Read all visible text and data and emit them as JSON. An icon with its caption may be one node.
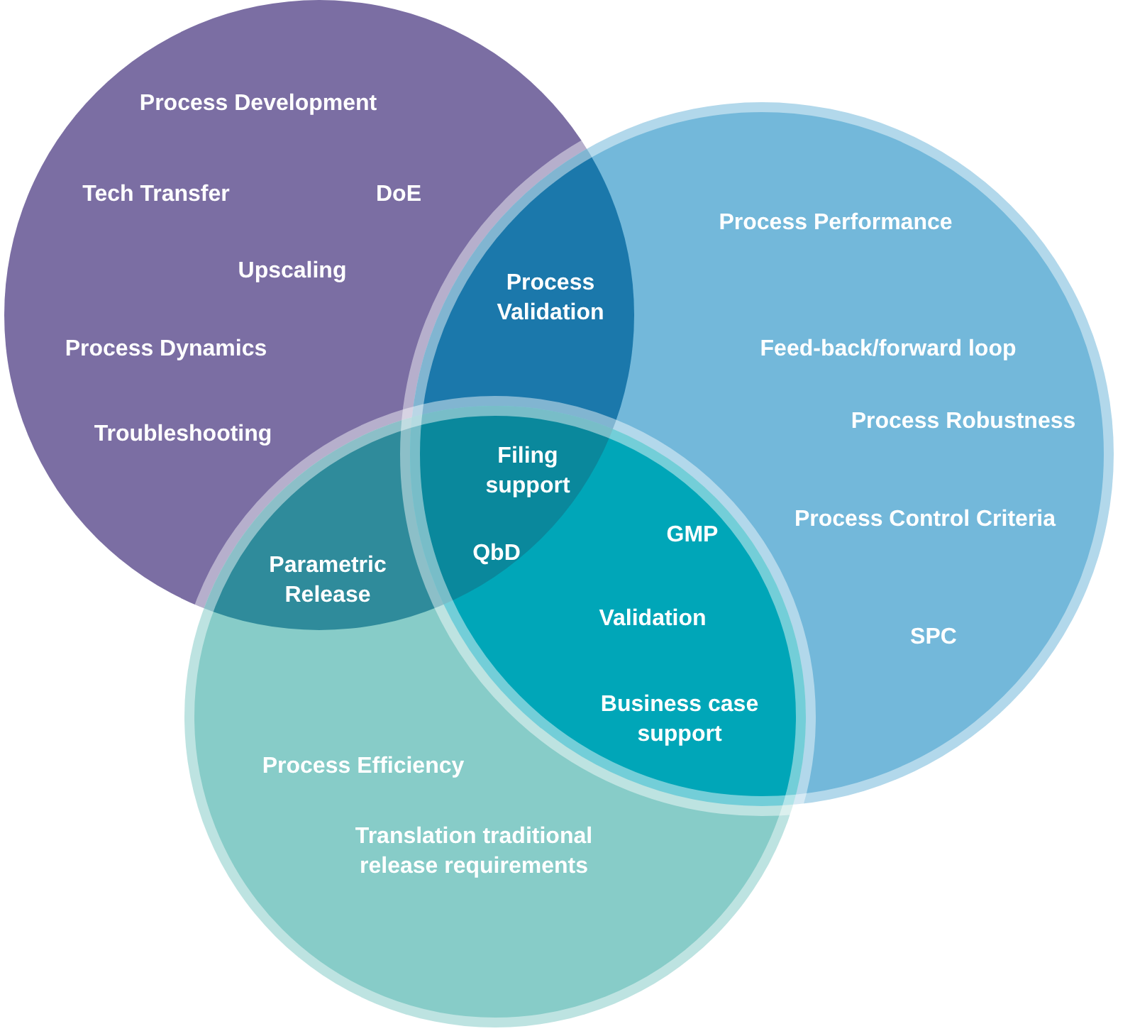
{
  "diagram": {
    "nodes": [
      {
        "text": [],
        "shape": "circle"
      },
      {
        "text": [],
        "shape": "circle"
      },
      {
        "text": [],
        "shape": "circle"
      }
    ],
    "labels": [
      "Process Development",
      "Tech Transfer",
      "DoE",
      "Process Performance",
      "Upscaling",
      "Process Validation",
      "Process Dynamics",
      "Feed-back/forward loop",
      "Process Robustness",
      "Troubleshooting",
      "Filing support",
      "Process Control Criteria",
      "GMP",
      "QbD",
      "Parametric Release",
      "Validation",
      "SPC",
      "Business case support",
      "Process Efficiency",
      "Translation traditional release requirements"
    ]
  }
}
